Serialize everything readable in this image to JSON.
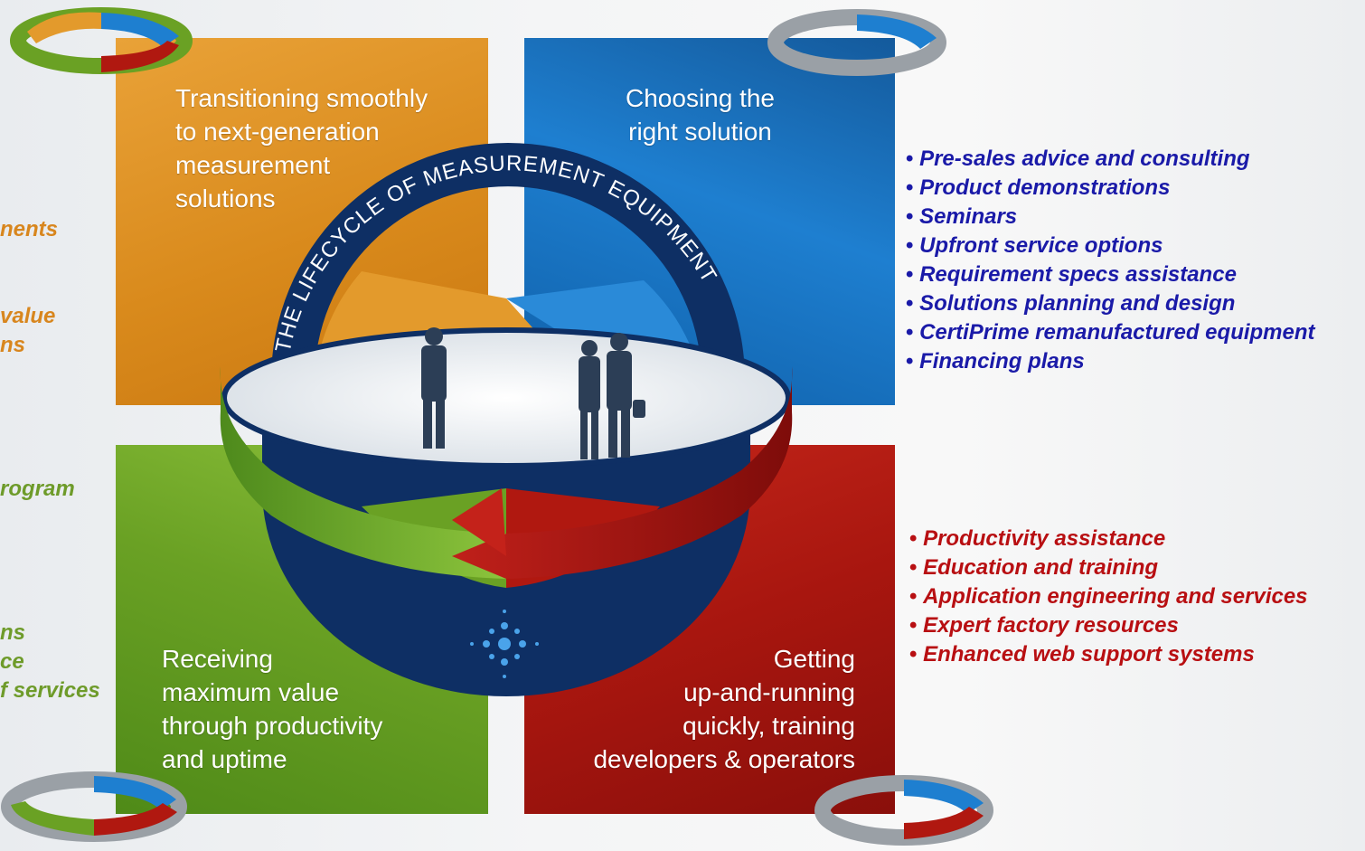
{
  "diagram": {
    "ring_title": "THE LIFECYCLE OF MEASUREMENT EQUIPMENT",
    "quadrants": {
      "top_left": "Transitioning smoothly\nto next-generation\nmeasurement\nsolutions",
      "top_right": "Choosing the\nright solution",
      "bottom_left": "Receiving\nmaximum value\nthrough productivity\nand uptime",
      "bottom_right": "Getting\nup-and-running\nquickly, training\ndevelopers & operators"
    },
    "colors": {
      "orange": "#d98a1c",
      "blue": "#1e7fd0",
      "green": "#6aa124",
      "red": "#a8160f",
      "navy": "#0e2f64"
    }
  },
  "right_lists": {
    "choosing": [
      "Pre-sales advice and consulting",
      "Product demonstrations",
      "Seminars",
      "Upfront service options",
      "Requirement specs assistance",
      "Solutions planning and design",
      "CertiPrime remanufactured equipment",
      "Financing plans"
    ],
    "getting": [
      "Productivity assistance",
      "Education and training",
      "Application engineering and services",
      "Expert factory resources",
      "Enhanced web support systems"
    ]
  },
  "left_cut_text": {
    "orange": [
      "nents",
      "value",
      "ns"
    ],
    "green": [
      "rogram",
      "ns",
      "ce",
      "f services"
    ]
  }
}
